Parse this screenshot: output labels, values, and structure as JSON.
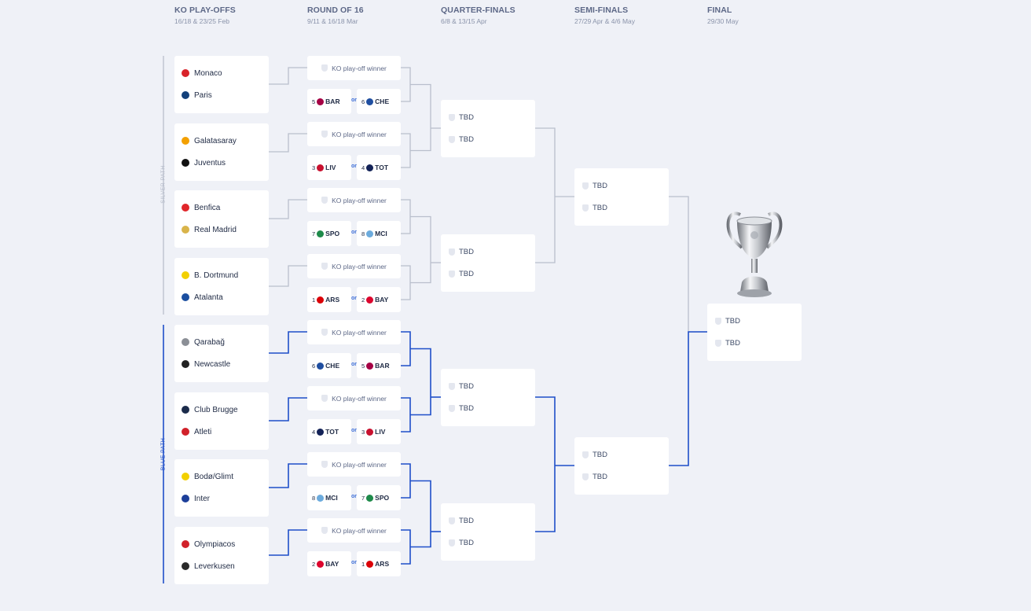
{
  "rounds": [
    {
      "title": "KO PLAY-OFFS",
      "dates": "16/18 & 23/25 Feb"
    },
    {
      "title": "ROUND OF 16",
      "dates": "9/11 & 16/18 Mar"
    },
    {
      "title": "QUARTER-FINALS",
      "dates": "6/8 & 13/15 Apr"
    },
    {
      "title": "SEMI-FINALS",
      "dates": "27/29 Apr & 4/6 May"
    },
    {
      "title": "FINAL",
      "dates": "29/30 May"
    }
  ],
  "paths": {
    "silver": "SILVER PATH",
    "blue": "BLUE PATH"
  },
  "colors": {
    "silver_line": "#b9bfcc",
    "blue_line": "#1f4fc9",
    "background": "#eff1f7"
  },
  "ko_ties": [
    {
      "home": "Monaco",
      "away": "Paris",
      "home_color": "#d8232a",
      "away_color": "#13407a"
    },
    {
      "home": "Galatasaray",
      "away": "Juventus",
      "home_color": "#f3a000",
      "away_color": "#111111"
    },
    {
      "home": "Benfica",
      "away": "Real Madrid",
      "home_color": "#e0262a",
      "away_color": "#d9b44a"
    },
    {
      "home": "B. Dortmund",
      "away": "Atalanta",
      "home_color": "#f2d000",
      "away_color": "#1b4fa0"
    },
    {
      "home": "Qarabağ",
      "away": "Newcastle",
      "home_color": "#8b8f96",
      "away_color": "#222222"
    },
    {
      "home": "Club Brugge",
      "away": "Atleti",
      "home_color": "#1b2b4a",
      "away_color": "#d1212a"
    },
    {
      "home": "Bodø/Glimt",
      "away": "Inter",
      "home_color": "#f2d000",
      "away_color": "#1d3f9a"
    },
    {
      "home": "Olympiacos",
      "away": "Leverkusen",
      "home_color": "#d1212a",
      "away_color": "#2a2a2a"
    }
  ],
  "ko_winner_label": "KO play-off winner",
  "or_label": "or",
  "r16_options": [
    {
      "s1": "5",
      "a1": "BAR",
      "c1": "#a50044",
      "s2": "6",
      "a2": "CHE",
      "c2": "#1f4ea0"
    },
    {
      "s1": "3",
      "a1": "LIV",
      "c1": "#c8102e",
      "s2": "4",
      "a2": "TOT",
      "c2": "#132257"
    },
    {
      "s1": "7",
      "a1": "SPO",
      "c1": "#1e8a4a",
      "s2": "8",
      "a2": "MCI",
      "c2": "#6cabdd"
    },
    {
      "s1": "1",
      "a1": "ARS",
      "c1": "#db0007",
      "s2": "2",
      "a2": "BAY",
      "c2": "#dc052d"
    },
    {
      "s1": "6",
      "a1": "CHE",
      "c1": "#1f4ea0",
      "s2": "5",
      "a2": "BAR",
      "c2": "#a50044"
    },
    {
      "s1": "4",
      "a1": "TOT",
      "c1": "#132257",
      "s2": "3",
      "a2": "LIV",
      "c2": "#c8102e"
    },
    {
      "s1": "8",
      "a1": "MCI",
      "c1": "#6cabdd",
      "s2": "7",
      "a2": "SPO",
      "c2": "#1e8a4a"
    },
    {
      "s1": "2",
      "a1": "BAY",
      "c1": "#dc052d",
      "s2": "1",
      "a2": "ARS",
      "c2": "#db0007"
    }
  ],
  "tbd_label": "TBD"
}
